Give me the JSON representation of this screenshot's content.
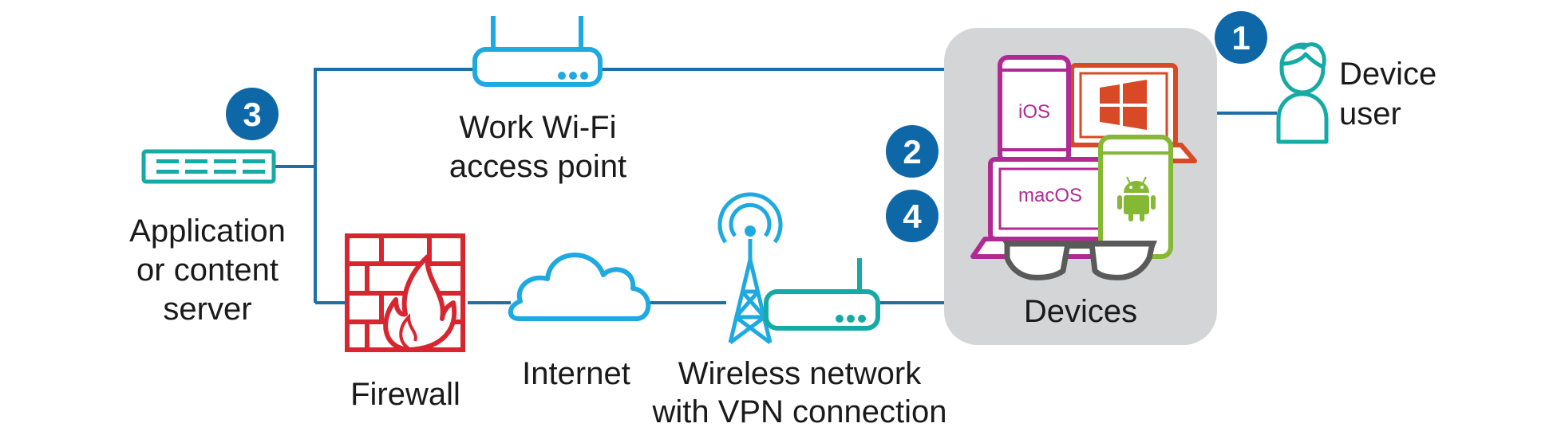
{
  "labels": {
    "wifi_line1": "Work Wi-Fi",
    "wifi_line2": "access point",
    "server_line1": "Application",
    "server_line2": "or content",
    "server_line3": "server",
    "firewall": "Firewall",
    "internet": "Internet",
    "wireless_line1": "Wireless network",
    "wireless_line2": "with VPN connection",
    "devices": "Devices",
    "user_line1": "Device",
    "user_line2": "user",
    "ios": "iOS",
    "macos": "macOS"
  },
  "badges": [
    "1",
    "2",
    "3",
    "4"
  ],
  "icons": {
    "wifi_router": "wifi-router-icon",
    "server": "server-icon",
    "firewall": "firewall-icon",
    "cloud": "cloud-icon",
    "tower": "cell-tower-icon",
    "vpn_router": "vpn-router-icon",
    "user": "user-icon",
    "windows": "windows-logo-icon",
    "android": "android-logo-icon",
    "glasses": "smart-glasses-icon"
  },
  "colors": {
    "line": "#1d6fa8",
    "badge": "#0e68a8",
    "wifi": "#1ea9e1",
    "teal": "#16aaa7",
    "firewall": "#d7262f",
    "cloud": "#1ea9e1",
    "devices_bg": "#d4d5d7",
    "ios": "#b12a94",
    "macos": "#b12a94",
    "windows": "#d84a26",
    "android": "#85b835",
    "glasses": "#5a5a5a"
  }
}
